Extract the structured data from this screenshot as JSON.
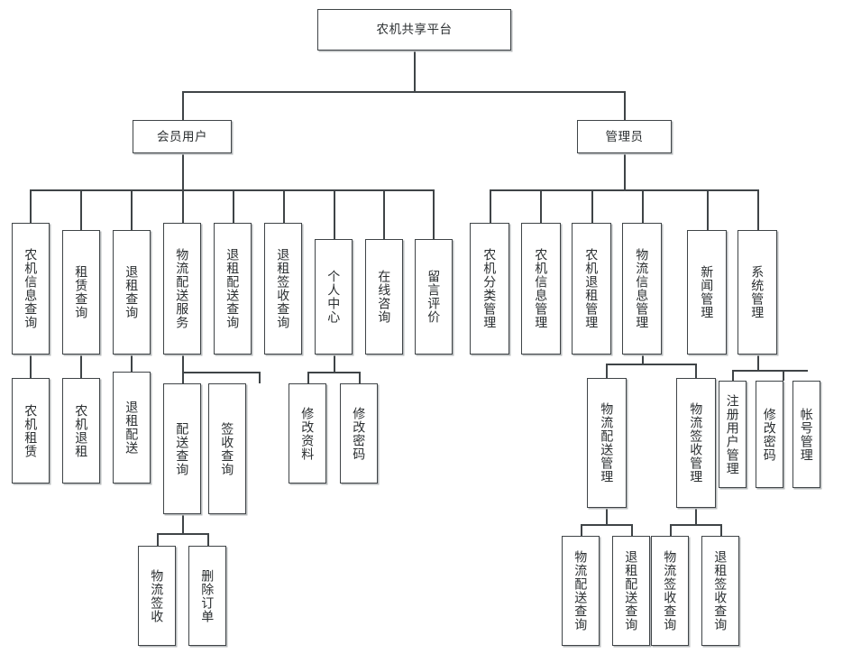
{
  "diagram": {
    "title": "农机共享平台",
    "type": "system-function-tree",
    "orientation": "top-down",
    "colors": {
      "node_border": "#3f4447",
      "node_fill": "#ffffff",
      "connector": "#3f4447",
      "shadow": "#b9bcbe",
      "background": "#ffffff"
    }
  },
  "nodes": {
    "root": {
      "label": "农机共享平台"
    },
    "level1": [
      {
        "id": "member",
        "label": "会员用户"
      },
      {
        "id": "admin",
        "label": "管理员"
      }
    ],
    "member_children": [
      {
        "id": "m1",
        "label": "农机信息查询"
      },
      {
        "id": "m2",
        "label": "租赁查询"
      },
      {
        "id": "m3",
        "label": "退租查询"
      },
      {
        "id": "m4",
        "label": "物流配送服务"
      },
      {
        "id": "m5",
        "label": "退租配送查询"
      },
      {
        "id": "m6",
        "label": "退租签收查询"
      },
      {
        "id": "m7",
        "label": "个人中心"
      },
      {
        "id": "m8",
        "label": "在线咨询"
      },
      {
        "id": "m9",
        "label": "留言评价"
      }
    ],
    "member_grandchildren": [
      {
        "id": "m1a",
        "label": "农机租赁",
        "parent": "m1"
      },
      {
        "id": "m2a",
        "label": "农机退租",
        "parent": "m2"
      },
      {
        "id": "m3a",
        "label": "退租配送",
        "parent": "m3"
      },
      {
        "id": "m4a",
        "label": "配送查询",
        "parent": "m4"
      },
      {
        "id": "m4b",
        "label": "签收查询",
        "parent": "m4"
      },
      {
        "id": "m7a",
        "label": "修改资料",
        "parent": "m7"
      },
      {
        "id": "m7b",
        "label": "修改密码",
        "parent": "m7"
      }
    ],
    "member_great_grandchildren": [
      {
        "id": "m4a1",
        "label": "物流签收",
        "parent": "m4a"
      },
      {
        "id": "m4a2",
        "label": "删除订单",
        "parent": "m4a"
      }
    ],
    "admin_children": [
      {
        "id": "a1",
        "label": "农机分类管理"
      },
      {
        "id": "a2",
        "label": "农机信息管理"
      },
      {
        "id": "a3",
        "label": "农机退租管理"
      },
      {
        "id": "a4",
        "label": "物流信息管理"
      },
      {
        "id": "a5",
        "label": "新闻管理"
      },
      {
        "id": "a6",
        "label": "系统管理"
      }
    ],
    "admin_grandchildren": [
      {
        "id": "a4a",
        "label": "物流配送管理",
        "parent": "a4"
      },
      {
        "id": "a4b",
        "label": "物流签收管理",
        "parent": "a4"
      },
      {
        "id": "a6a",
        "label": "注册用户管理",
        "parent": "a6"
      },
      {
        "id": "a6b",
        "label": "修改密码",
        "parent": "a6"
      },
      {
        "id": "a6c",
        "label": "帐号管理",
        "parent": "a6"
      }
    ],
    "admin_great_grandchildren": [
      {
        "id": "a4a1",
        "label": "物流配送查询",
        "parent": "a4a"
      },
      {
        "id": "a4a2",
        "label": "退租配送查询",
        "parent": "a4a"
      },
      {
        "id": "a4b1",
        "label": "物流签收查询",
        "parent": "a4b"
      },
      {
        "id": "a4b2",
        "label": "退租签收查询",
        "parent": "a4b"
      }
    ]
  }
}
